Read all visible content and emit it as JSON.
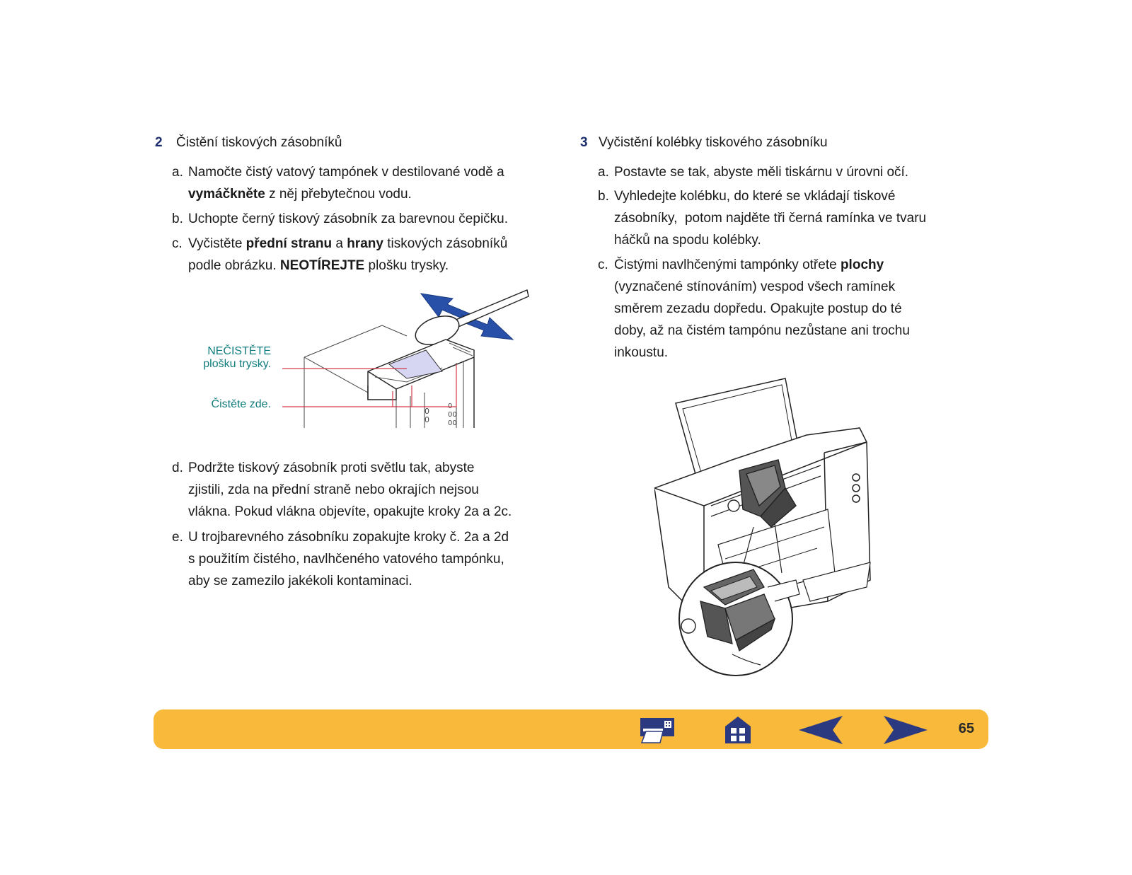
{
  "left": {
    "step2": {
      "num": "2",
      "title": "Čistění tiskových zásobníků"
    },
    "a": {
      "letter": "a.",
      "l1": "Namočte čistý vatový tampónek v destilované vodě a",
      "l2_bold": "vymáčkněte",
      "l2_rest": " z něj přebytečnou vodu."
    },
    "b": {
      "letter": "b.",
      "l1": "Uchopte černý tiskový zásobník za barevnou čepičku."
    },
    "c": {
      "letter": "c.",
      "l1_a": "Vyčistěte ",
      "l1_b": "přední stranu",
      "l1_c": " a ",
      "l1_d": "hrany",
      "l1_e": " tiskových zásobníků",
      "l2_a": "podle obrázku. ",
      "l2_b": "NEOTÍREJTE",
      "l2_c": " plošku trysky."
    },
    "callouts": {
      "dont_1": "NEČISTĚTE",
      "dont_2": "plošku trysky.",
      "clean": "Čistěte zde."
    },
    "d": {
      "letter": "d.",
      "l1": "Podržte tiskový zásobník proti světlu tak, abyste",
      "l2": "zjistili, zda na přední straně nebo okrajích nejsou",
      "l3": "vlákna. Pokud vlákna objevíte, opakujte kroky 2a a 2c."
    },
    "e": {
      "letter": "e.",
      "l1": "U trojbarevného zásobníku zopakujte kroky č. 2a a 2d",
      "l2": "s použitím čistého, navlhčeného vatového tampónku,",
      "l3": "aby se zamezilo jakékoli kontaminaci."
    }
  },
  "right": {
    "step3": {
      "num": "3",
      "title": "Vyčistění kolébky tiskového zásobníku"
    },
    "a": {
      "letter": "a.",
      "l1": "Postavte se tak, abyste měli tiskárnu v úrovni očí."
    },
    "b": {
      "letter": "b.",
      "l1": "Vyhledejte kolébku, do které se vkládají tiskové",
      "l2": "zásobníky,  potom najděte tři černá ramínka ve tvaru",
      "l3": "háčků na spodu kolébky."
    },
    "c": {
      "letter": "c.",
      "l1_a": "Čistými navlhčenými tampónky otřete ",
      "l1_b": "plochy",
      "l2": "(vyznačené stínováním) vespod všech ramínek",
      "l3": "směrem zezadu dopředu. Opakujte postup do té",
      "l4": "doby, až na čistém tampónu nezůstane ani trochu",
      "l5": "inkoustu."
    }
  },
  "footer": {
    "page_number": "65",
    "icons": [
      "printer-icon",
      "home-icon",
      "previous-arrow-icon",
      "next-arrow-icon"
    ],
    "colors": {
      "bar": "#f9b93b",
      "icon": "#2b3a80",
      "callout": "#127d7d",
      "callout_line": "#d43a4b",
      "arrow": "#2850a8"
    }
  }
}
